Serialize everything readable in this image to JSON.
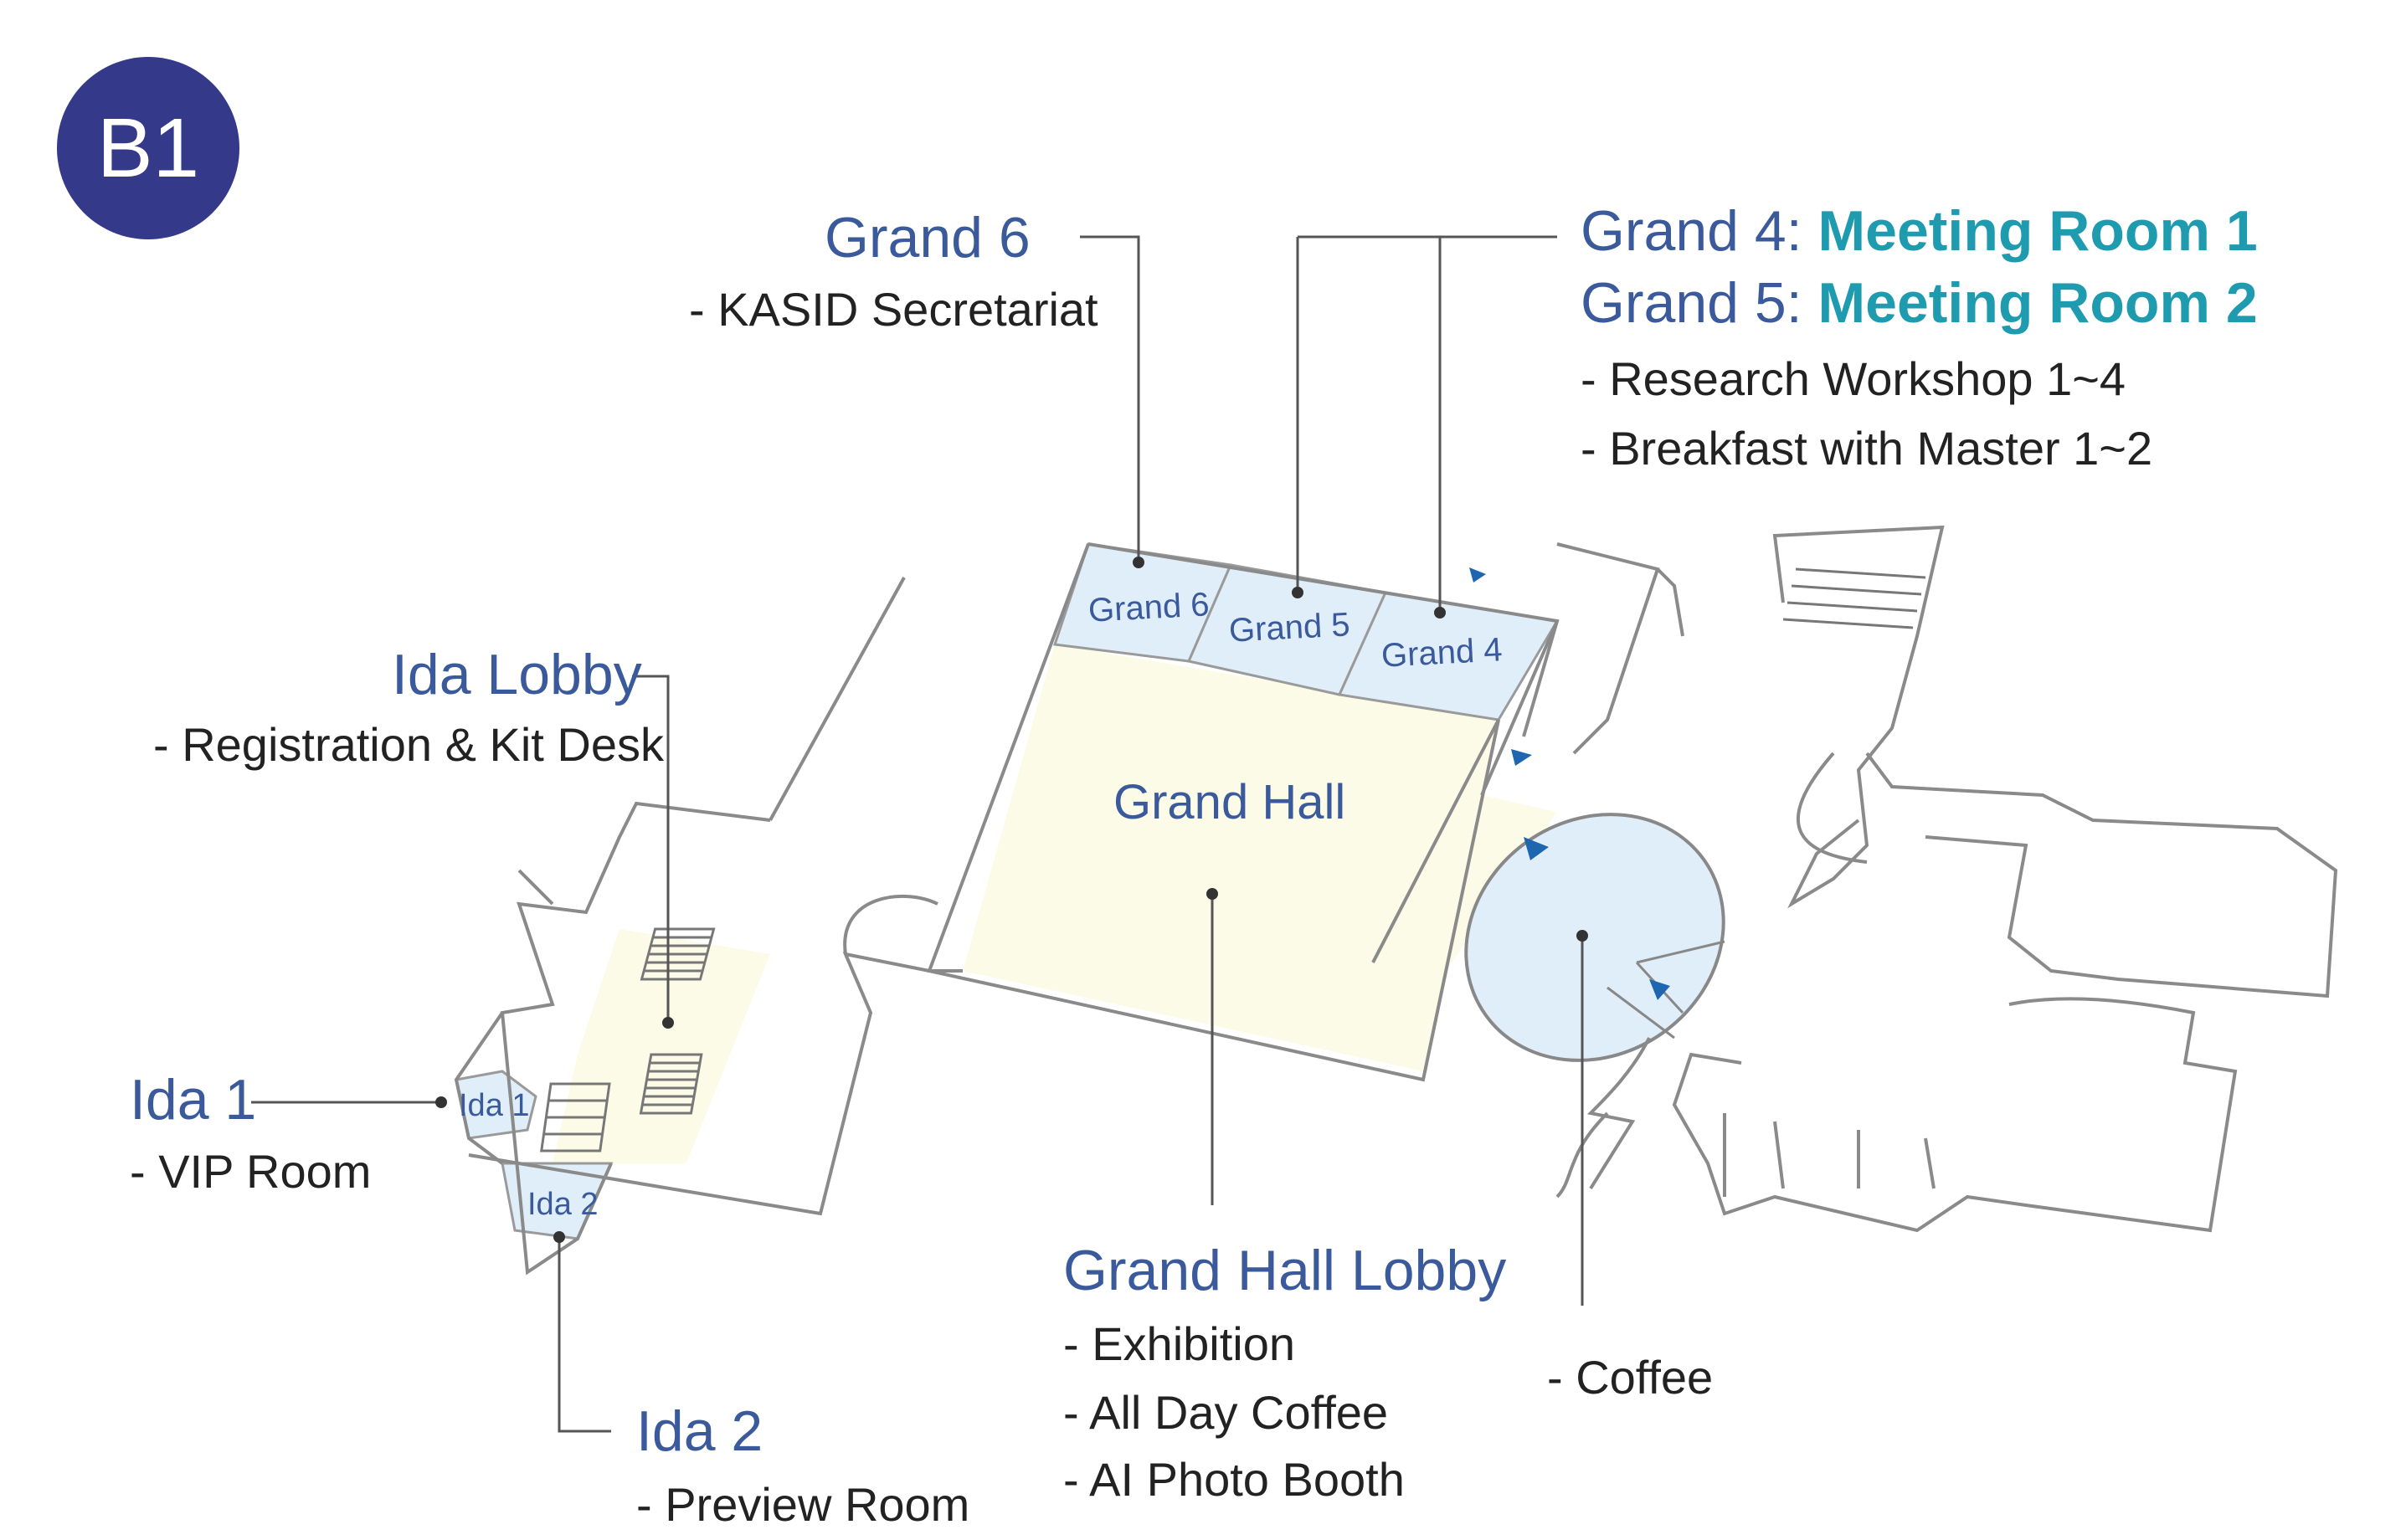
{
  "floor_badge": "B1",
  "colors": {
    "badge": "#34398a",
    "title": "#3a5a9b",
    "highlight": "#1f9bb0",
    "room_fill": "#e0eefa",
    "lobby_fill": "#fbfbe8",
    "wall": "#888888",
    "arrow": "#1f66b0"
  },
  "callouts": {
    "grand6": {
      "title": "Grand 6",
      "items": [
        "- KASID Secretariat"
      ]
    },
    "grand45": {
      "line1_prefix": "Grand 4: ",
      "line1_highlight": "Meeting Room 1",
      "line2_prefix": "Grand 5: ",
      "line2_highlight": "Meeting Room 2",
      "items": [
        "- Research Workshop 1~4",
        "- Breakfast with Master 1~2"
      ]
    },
    "ida_lobby": {
      "title": "Ida Lobby",
      "items": [
        "- Registration & Kit Desk"
      ]
    },
    "ida1": {
      "title": "Ida 1",
      "items": [
        "- VIP Room"
      ]
    },
    "ida2": {
      "title": "Ida 2",
      "items": [
        "- Preview Room"
      ]
    },
    "grand_hall_lobby": {
      "title": "Grand Hall Lobby",
      "items": [
        "- Exhibition",
        "- All Day Coffee",
        "- AI Photo Booth"
      ]
    },
    "coffee": {
      "items": [
        "- Coffee"
      ]
    }
  },
  "rooms": {
    "grand6": "Grand 6",
    "grand5": "Grand 5",
    "grand4": "Grand 4",
    "grand_hall": "Grand Hall",
    "ida1": "Ida 1",
    "ida2": "Ida 2"
  }
}
